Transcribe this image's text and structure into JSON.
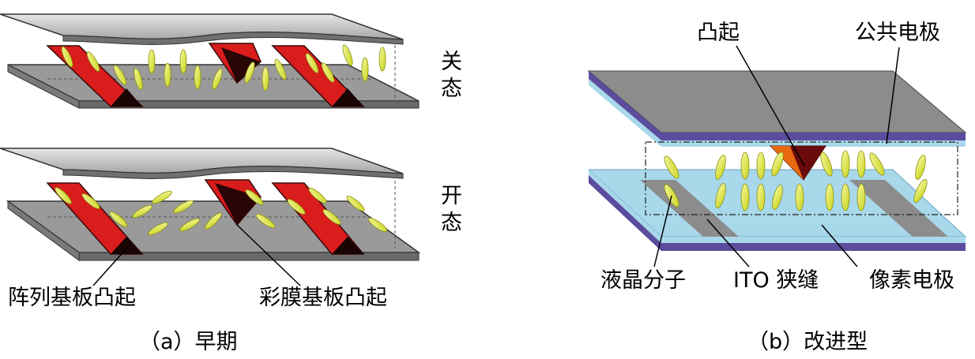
{
  "panel_a": {
    "state_off": "关态",
    "state_on": "开态",
    "label_array_bump": "阵列基板凸起",
    "label_cf_bump": "彩膜基板凸起",
    "caption": "（a）早期"
  },
  "panel_b": {
    "label_bump": "凸起",
    "label_common_electrode": "公共电极",
    "label_liquid_crystal": "液晶分子",
    "label_ito_slit": "ITO 狭缝",
    "label_pixel_electrode": "像素电极",
    "caption": "（b）改进型"
  },
  "colors": {
    "plate_gray": "#8c8c8c",
    "plate_light": "#d9d9d9",
    "bump_red": "#d91c1c",
    "bump_dark": "#3a0a0a",
    "lc_yellow": "#e8f04a",
    "electrode_blue": "#a8d8ea",
    "substrate_purple": "#5b4c9e"
  }
}
